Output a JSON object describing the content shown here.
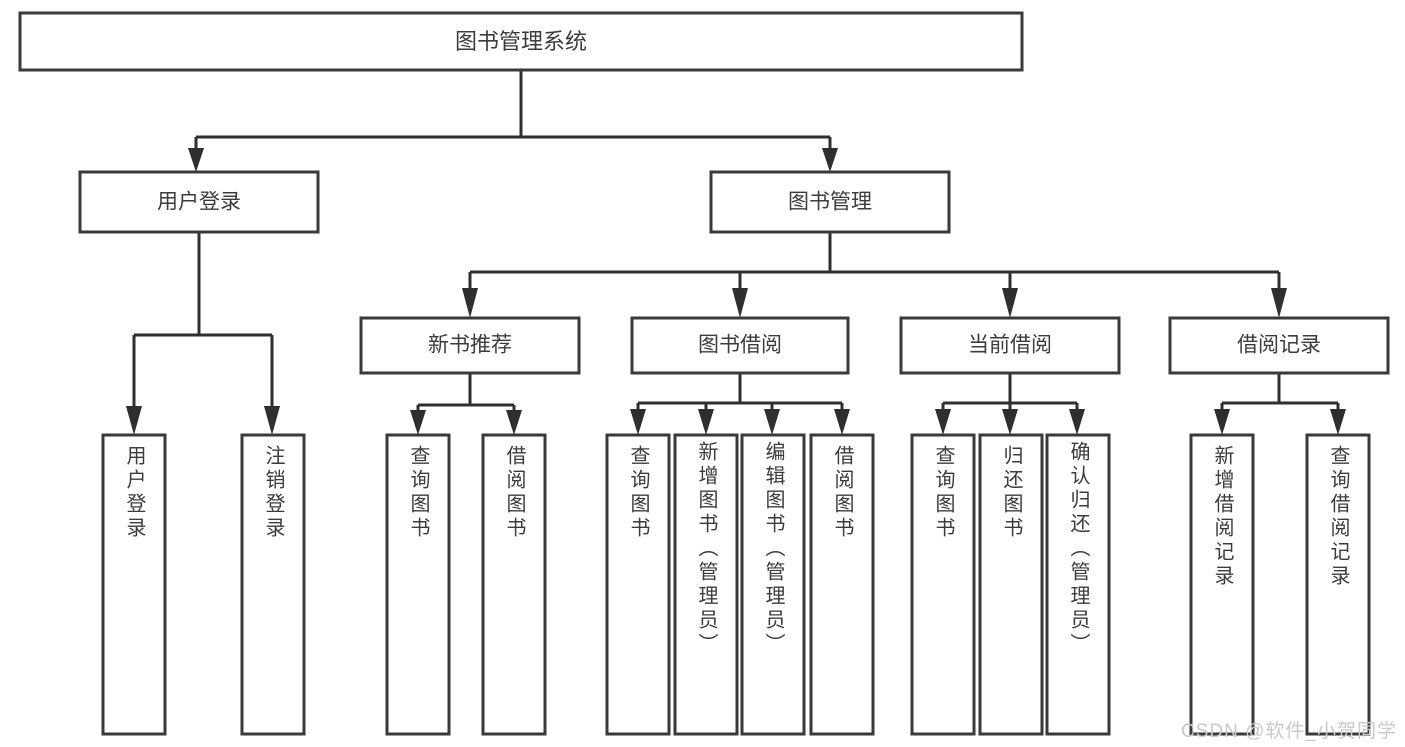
{
  "diagram": {
    "type": "tree",
    "title": "图书管理系统",
    "orientation": "top-down",
    "levels": 4,
    "colors": {
      "box_fill": "#ffffff",
      "box_stroke": "#3a3a3a",
      "text": "#3c3c3c",
      "connector": "#2f2f2f",
      "background": "#ffffff",
      "watermark": "#c9c9c9"
    }
  },
  "root": {
    "label": "图书管理系统"
  },
  "level2": [
    {
      "label": "用户登录"
    },
    {
      "label": "图书管理"
    }
  ],
  "level3": [
    {
      "label": "新书推荐"
    },
    {
      "label": "图书借阅"
    },
    {
      "label": "当前借阅"
    },
    {
      "label": "借阅记录"
    }
  ],
  "leaves": {
    "user_login": [
      {
        "label": "用户登录"
      },
      {
        "label": "注销登录"
      }
    ],
    "new_book_recommend": [
      {
        "label": "查询图书"
      },
      {
        "label": "借阅图书"
      }
    ],
    "book_borrow": [
      {
        "label": "查询图书"
      },
      {
        "label": "新增图书（管理员）"
      },
      {
        "label": "编辑图书（管理员）"
      },
      {
        "label": "借阅图书"
      }
    ],
    "current_borrow": [
      {
        "label": "查询图书"
      },
      {
        "label": "归还图书"
      },
      {
        "label": "确认归还（管理员）"
      }
    ],
    "borrow_record": [
      {
        "label": "新增借阅记录"
      },
      {
        "label": "查询借阅记录"
      }
    ]
  },
  "watermark": {
    "text": "CSDN @软件_小贺同学"
  }
}
